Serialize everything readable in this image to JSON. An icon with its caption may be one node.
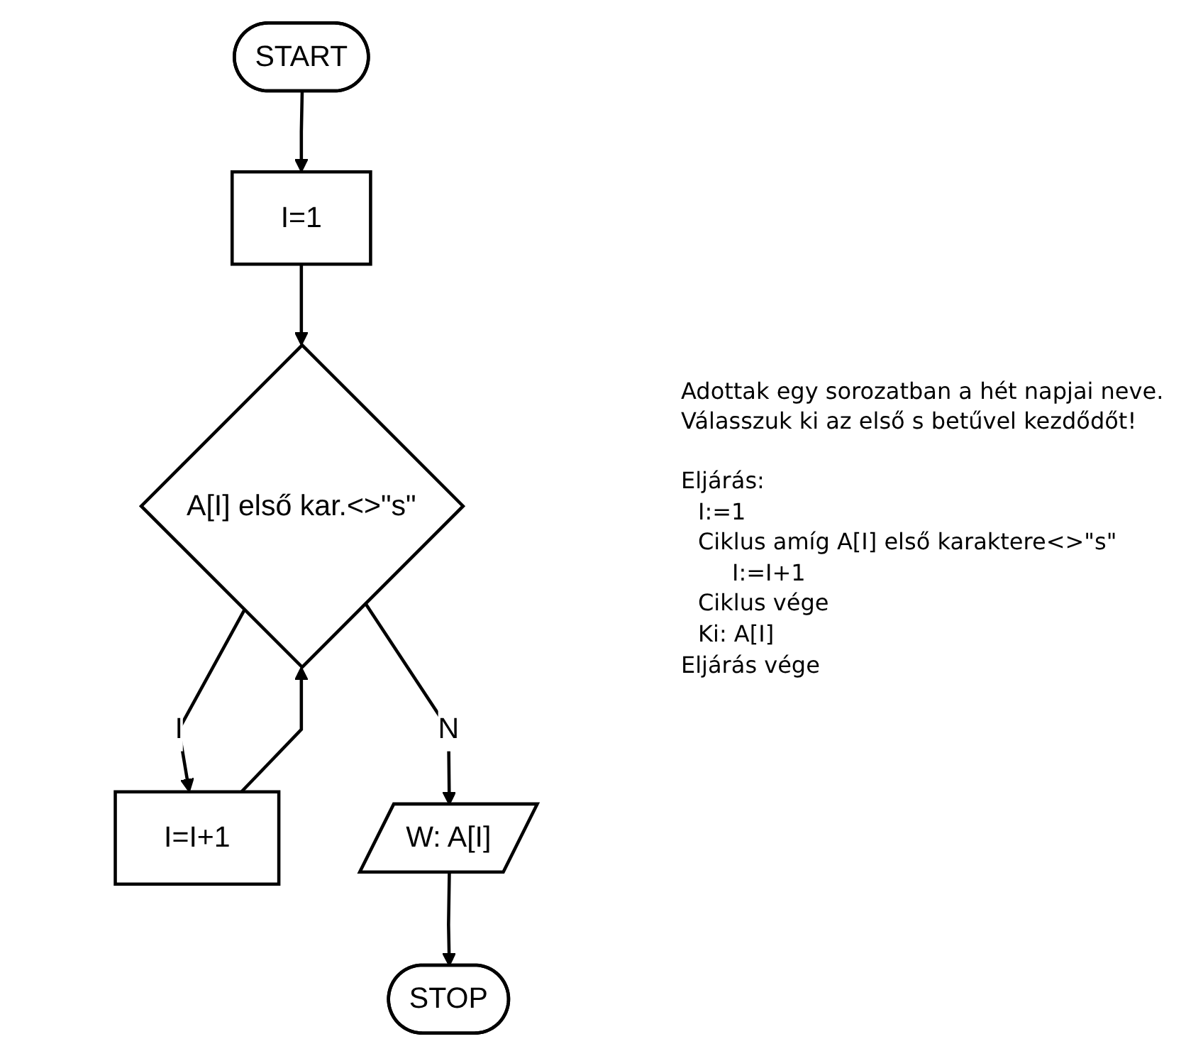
{
  "diagram": {
    "nodes": [
      {
        "text": [
          "START"
        ]
      },
      {
        "text": [
          "I=1"
        ]
      },
      {
        "text": [
          "A[I] első kar.<>\"s\""
        ]
      },
      {
        "text": [
          "I=I+1"
        ]
      },
      {
        "text": [
          "W: A[I]"
        ]
      },
      {
        "text": [
          "STOP"
        ]
      }
    ],
    "edges": [
      {
        "from": 0,
        "to": 1,
        "arrow": "to"
      },
      {
        "from": 1,
        "to": 2,
        "arrow": "to"
      },
      {
        "from": 2,
        "to": 3,
        "arrow": "to",
        "label": "I"
      },
      {
        "from": 3,
        "to": 2,
        "arrow": "to"
      },
      {
        "from": 2,
        "to": 4,
        "arrow": "to",
        "label": "N"
      },
      {
        "from": 4,
        "to": 5,
        "arrow": "to"
      }
    ],
    "labels": [
      "Adottak egy sorozatban a hét napjai neve.",
      "Válasszuk ki az első s betűvel kezdődőt!",
      "Eljárás:",
      "I:=1",
      "Ciklus amíg A[I] első karaktere<>\"s\"",
      "I:=I+1",
      "Ciklus vége",
      "Ki: A[I]",
      "Eljárás vége"
    ]
  }
}
